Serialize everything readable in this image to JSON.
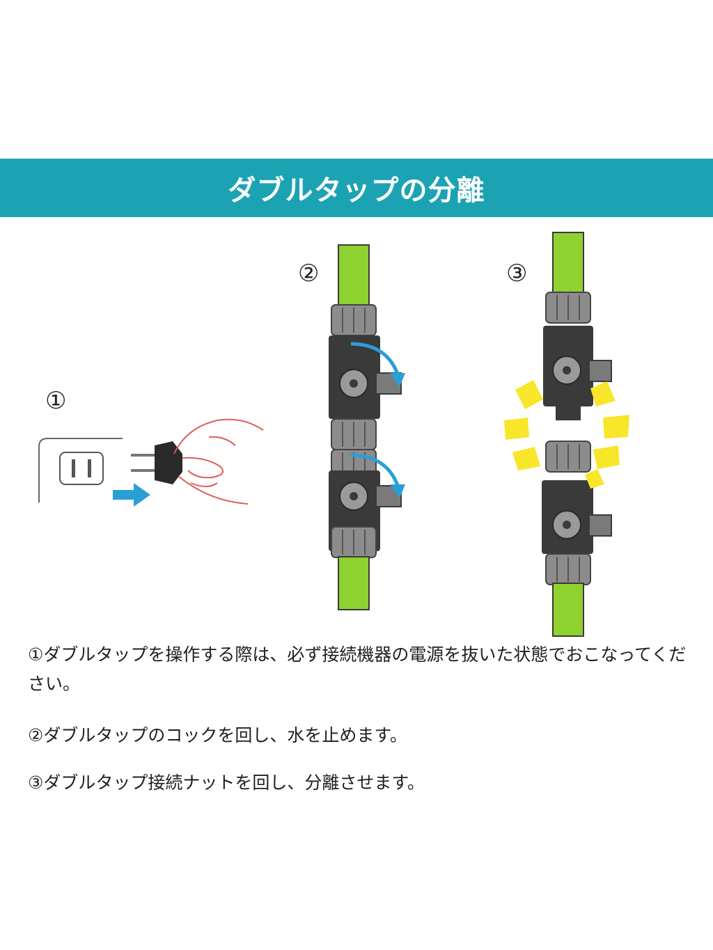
{
  "header": {
    "title": "ダブルタップの分離",
    "color": "#1ba3b3"
  },
  "steps": {
    "step1_label": "①",
    "step2_label": "②",
    "step3_label": "③"
  },
  "colors": {
    "hose": "#8fd12e",
    "valve_body": "#3a3a3a",
    "nut": "#8c8c8c",
    "arrow_blue": "#2a9fd6",
    "burst_yellow": "#f7e62a"
  },
  "instructions": [
    "①ダブルタップを操作する際は、必ず接続機器の電源を抜いた状態でおこなってください。",
    "②ダブルタップのコックを回し、水を止めます。",
    "③ダブルタップ接続ナットを回し、分離させます。"
  ]
}
